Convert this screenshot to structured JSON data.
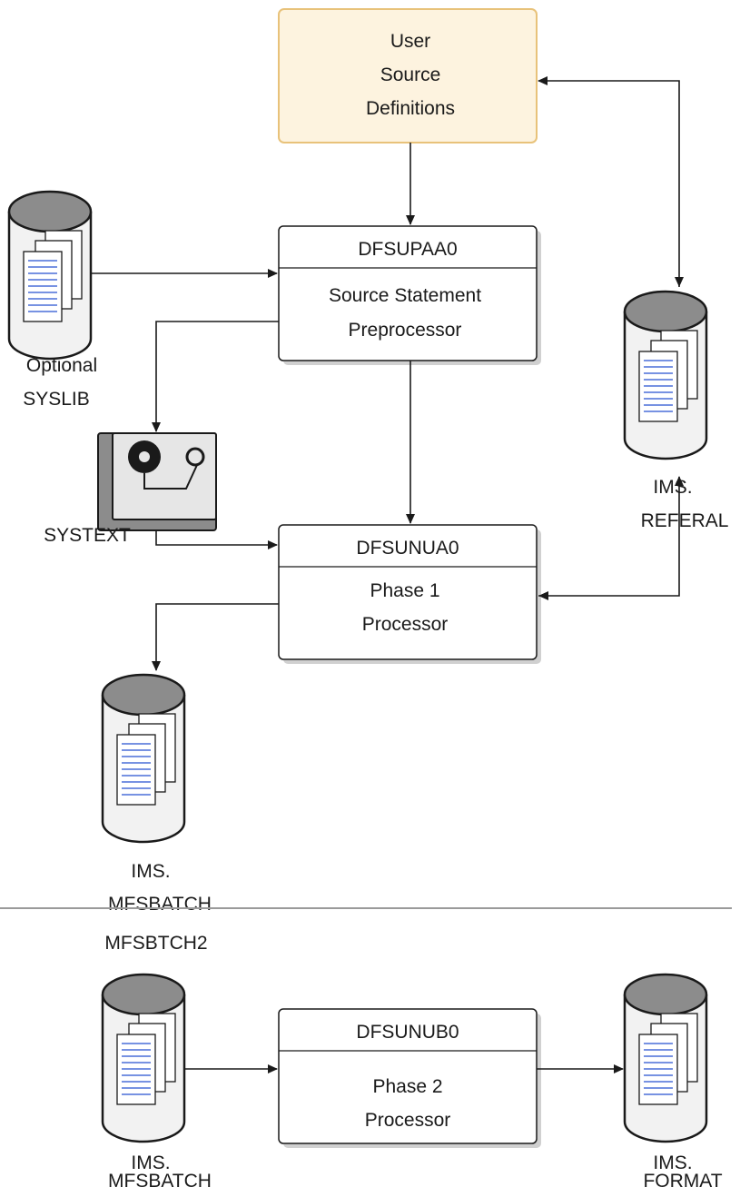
{
  "colors": {
    "line": "#1a1a1a",
    "box_fill": "#ffffff",
    "user_box_fill": "#fdf3df",
    "user_box_stroke": "#e8c27a",
    "shadow": "#d0d0d0",
    "cylinder_top": "#8c8c8c",
    "cylinder_body": "#f2f2f2",
    "doc_line": "#4a6fd8",
    "tape_fill": "#e6e6e6",
    "divider": "#9a9a9a"
  },
  "user_source": {
    "line1": "User",
    "line2": "Source",
    "line3": "Definitions"
  },
  "dfsupaa0": {
    "title": "DFSUPAA0",
    "line1": "Source Statement",
    "line2": "Preprocessor"
  },
  "dfsunua0": {
    "title": "DFSUNUA0",
    "line1": "Phase 1",
    "line2": "Processor"
  },
  "dfsunub0": {
    "title": "DFSUNUB0",
    "line1": "Phase 2",
    "line2": "Processor"
  },
  "syslib": {
    "line1": "Optional",
    "line2": "SYSLIB"
  },
  "referal": {
    "line1": "IMS.",
    "line2": "REFERAL"
  },
  "systext": {
    "label": "SYSTEXT"
  },
  "mfsbatch_top": {
    "line1": "IMS.",
    "line2": "MFSBATCH"
  },
  "mfsbtch2": {
    "label": "MFSBTCH2"
  },
  "mfsbatch_bottom": {
    "line1": "IMS.",
    "line2": "MFSBATCH"
  },
  "format": {
    "line1": "IMS.",
    "line2": "FORMAT"
  },
  "icons": [
    "database-cylinder-icon",
    "tape-drive-icon",
    "document-stack-icon"
  ]
}
